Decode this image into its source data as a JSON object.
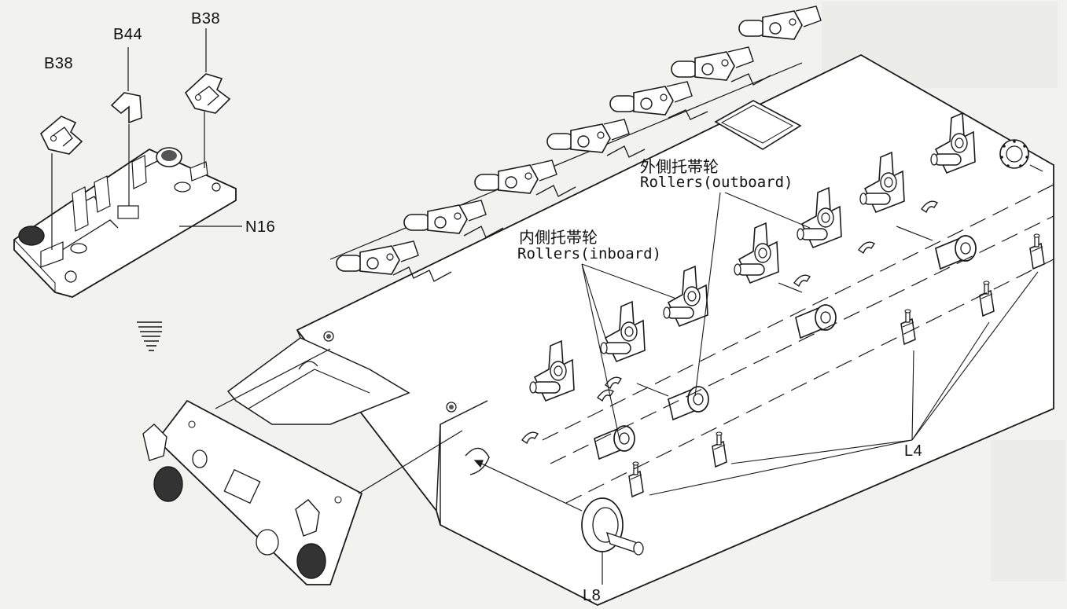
{
  "labels": {
    "b38_left": "B38",
    "b44": "B44",
    "b38_right": "B38",
    "n16": "N16",
    "l4": "L4",
    "l8": "L8",
    "outboard_cn": "外側托帯轮",
    "outboard_en": "Rollers(outboard)",
    "inboard_cn": "内側托帯轮",
    "inboard_en": "Rollers(inboard)"
  },
  "colors": {
    "paper": "#f2f2f0",
    "ink": "#1a1a1a",
    "ghost": "#cfcfcc"
  }
}
